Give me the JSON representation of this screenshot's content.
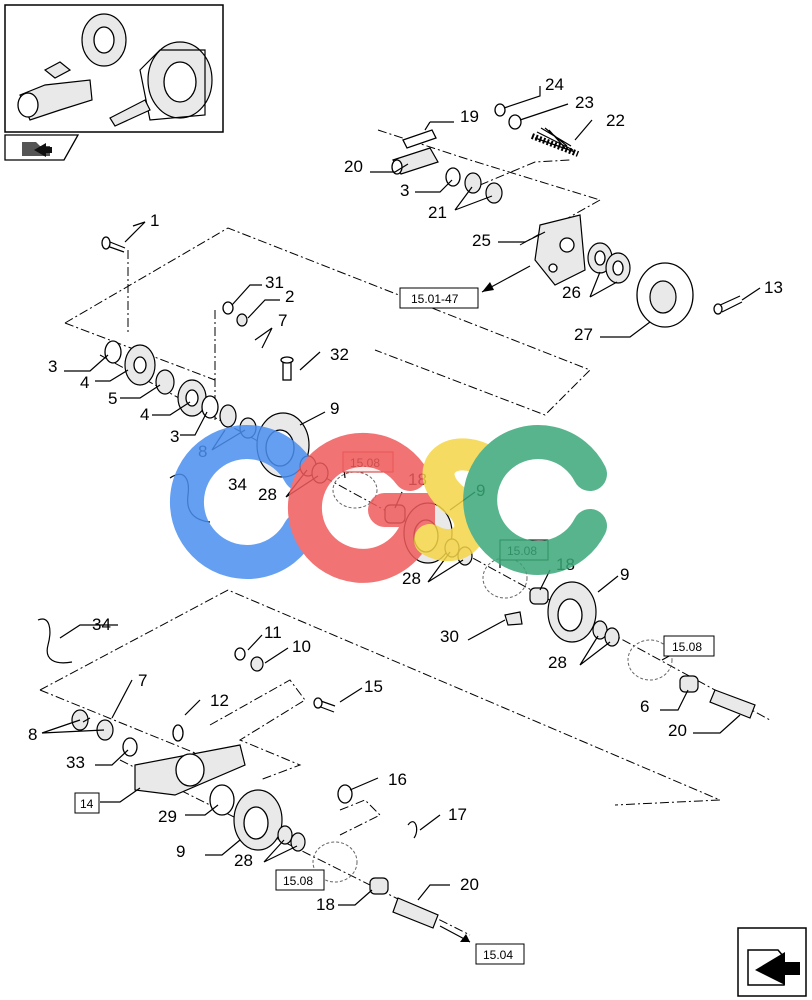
{
  "callouts": [
    {
      "id": "c1",
      "text": "1"
    },
    {
      "id": "c2",
      "text": "2"
    },
    {
      "id": "c3a",
      "text": "3"
    },
    {
      "id": "c3b",
      "text": "3"
    },
    {
      "id": "c3c",
      "text": "3"
    },
    {
      "id": "c4a",
      "text": "4"
    },
    {
      "id": "c4b",
      "text": "4"
    },
    {
      "id": "c5",
      "text": "5"
    },
    {
      "id": "c6",
      "text": "6"
    },
    {
      "id": "c7a",
      "text": "7"
    },
    {
      "id": "c7b",
      "text": "7"
    },
    {
      "id": "c8a",
      "text": "8"
    },
    {
      "id": "c8b",
      "text": "8"
    },
    {
      "id": "c9a",
      "text": "9"
    },
    {
      "id": "c9b",
      "text": "9"
    },
    {
      "id": "c9c",
      "text": "9"
    },
    {
      "id": "c9d",
      "text": "9"
    },
    {
      "id": "c10",
      "text": "10"
    },
    {
      "id": "c11",
      "text": "11"
    },
    {
      "id": "c12",
      "text": "12"
    },
    {
      "id": "c13",
      "text": "13"
    },
    {
      "id": "c15",
      "text": "15"
    },
    {
      "id": "c16",
      "text": "16"
    },
    {
      "id": "c17",
      "text": "17"
    },
    {
      "id": "c18a",
      "text": "18"
    },
    {
      "id": "c18b",
      "text": "18"
    },
    {
      "id": "c18c",
      "text": "18"
    },
    {
      "id": "c19",
      "text": "19"
    },
    {
      "id": "c20a",
      "text": "20"
    },
    {
      "id": "c20b",
      "text": "20"
    },
    {
      "id": "c20c",
      "text": "20"
    },
    {
      "id": "c21",
      "text": "21"
    },
    {
      "id": "c22",
      "text": "22"
    },
    {
      "id": "c23",
      "text": "23"
    },
    {
      "id": "c24",
      "text": "24"
    },
    {
      "id": "c25",
      "text": "25"
    },
    {
      "id": "c26",
      "text": "26"
    },
    {
      "id": "c27",
      "text": "27"
    },
    {
      "id": "c28a",
      "text": "28"
    },
    {
      "id": "c28b",
      "text": "28"
    },
    {
      "id": "c28c",
      "text": "28"
    },
    {
      "id": "c28d",
      "text": "28"
    },
    {
      "id": "c29",
      "text": "29"
    },
    {
      "id": "c30",
      "text": "30"
    },
    {
      "id": "c31",
      "text": "31"
    },
    {
      "id": "c32",
      "text": "32"
    },
    {
      "id": "c33",
      "text": "33"
    },
    {
      "id": "c34a",
      "text": "34"
    },
    {
      "id": "c34b",
      "text": "34"
    }
  ],
  "refboxes": [
    {
      "id": "r1",
      "text": "15.01-47"
    },
    {
      "id": "r2",
      "text": "15.08"
    },
    {
      "id": "r3",
      "text": "15.08"
    },
    {
      "id": "r4",
      "text": "15.08"
    },
    {
      "id": "r5",
      "text": "15.08"
    },
    {
      "id": "r6",
      "text": "15.04"
    },
    {
      "id": "r7",
      "text": "14"
    }
  ],
  "watermark": {
    "letters": [
      "C",
      "G",
      "S",
      "C"
    ],
    "colors": [
      "#4a8ff0",
      "#ef5b5b",
      "#f5d547",
      "#3aa878"
    ]
  },
  "icons": {
    "thumbnail": "assembly-thumbnail-icon",
    "nav": "folder-arrow-icon",
    "corner": "next-page-arrow-icon"
  }
}
